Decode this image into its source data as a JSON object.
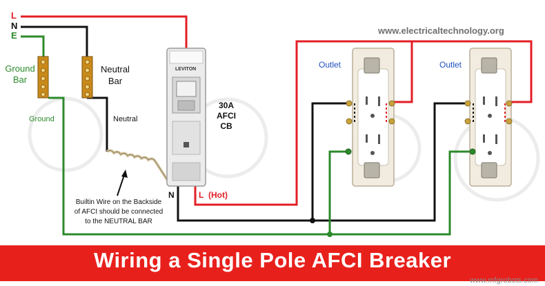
{
  "title": "Wiring a Single Pole AFCI Breaker",
  "website": "www.electricaltechnology.org",
  "watermark": "www.mfgrobots.com",
  "colors": {
    "hot": "#e31e24",
    "neutral": "#111111",
    "ground": "#2b8a2b",
    "banner": "#e8201c",
    "title_text": "#ffffff",
    "outlet_label": "#1f4fbf"
  },
  "supply": {
    "line": "L",
    "neutral": "N",
    "earth": "E"
  },
  "labels": {
    "ground_bar": "Ground Bar",
    "neutral_bar": "Neutral Bar",
    "ground_wire": "Ground",
    "neutral_wire": "Neutral",
    "breaker_rating": [
      "30A",
      "AFCI",
      "CB"
    ],
    "breaker_brand": "LEVITON",
    "outlet_1": "Outlet",
    "outlet_2": "Outlet",
    "hot_out": "L",
    "hot_out_note": "(Hot)",
    "neutral_out": "N",
    "note": [
      "Builtin Wire on the Backside",
      "of AFCI should be connected",
      "to the NEUTRAL BAR"
    ]
  }
}
